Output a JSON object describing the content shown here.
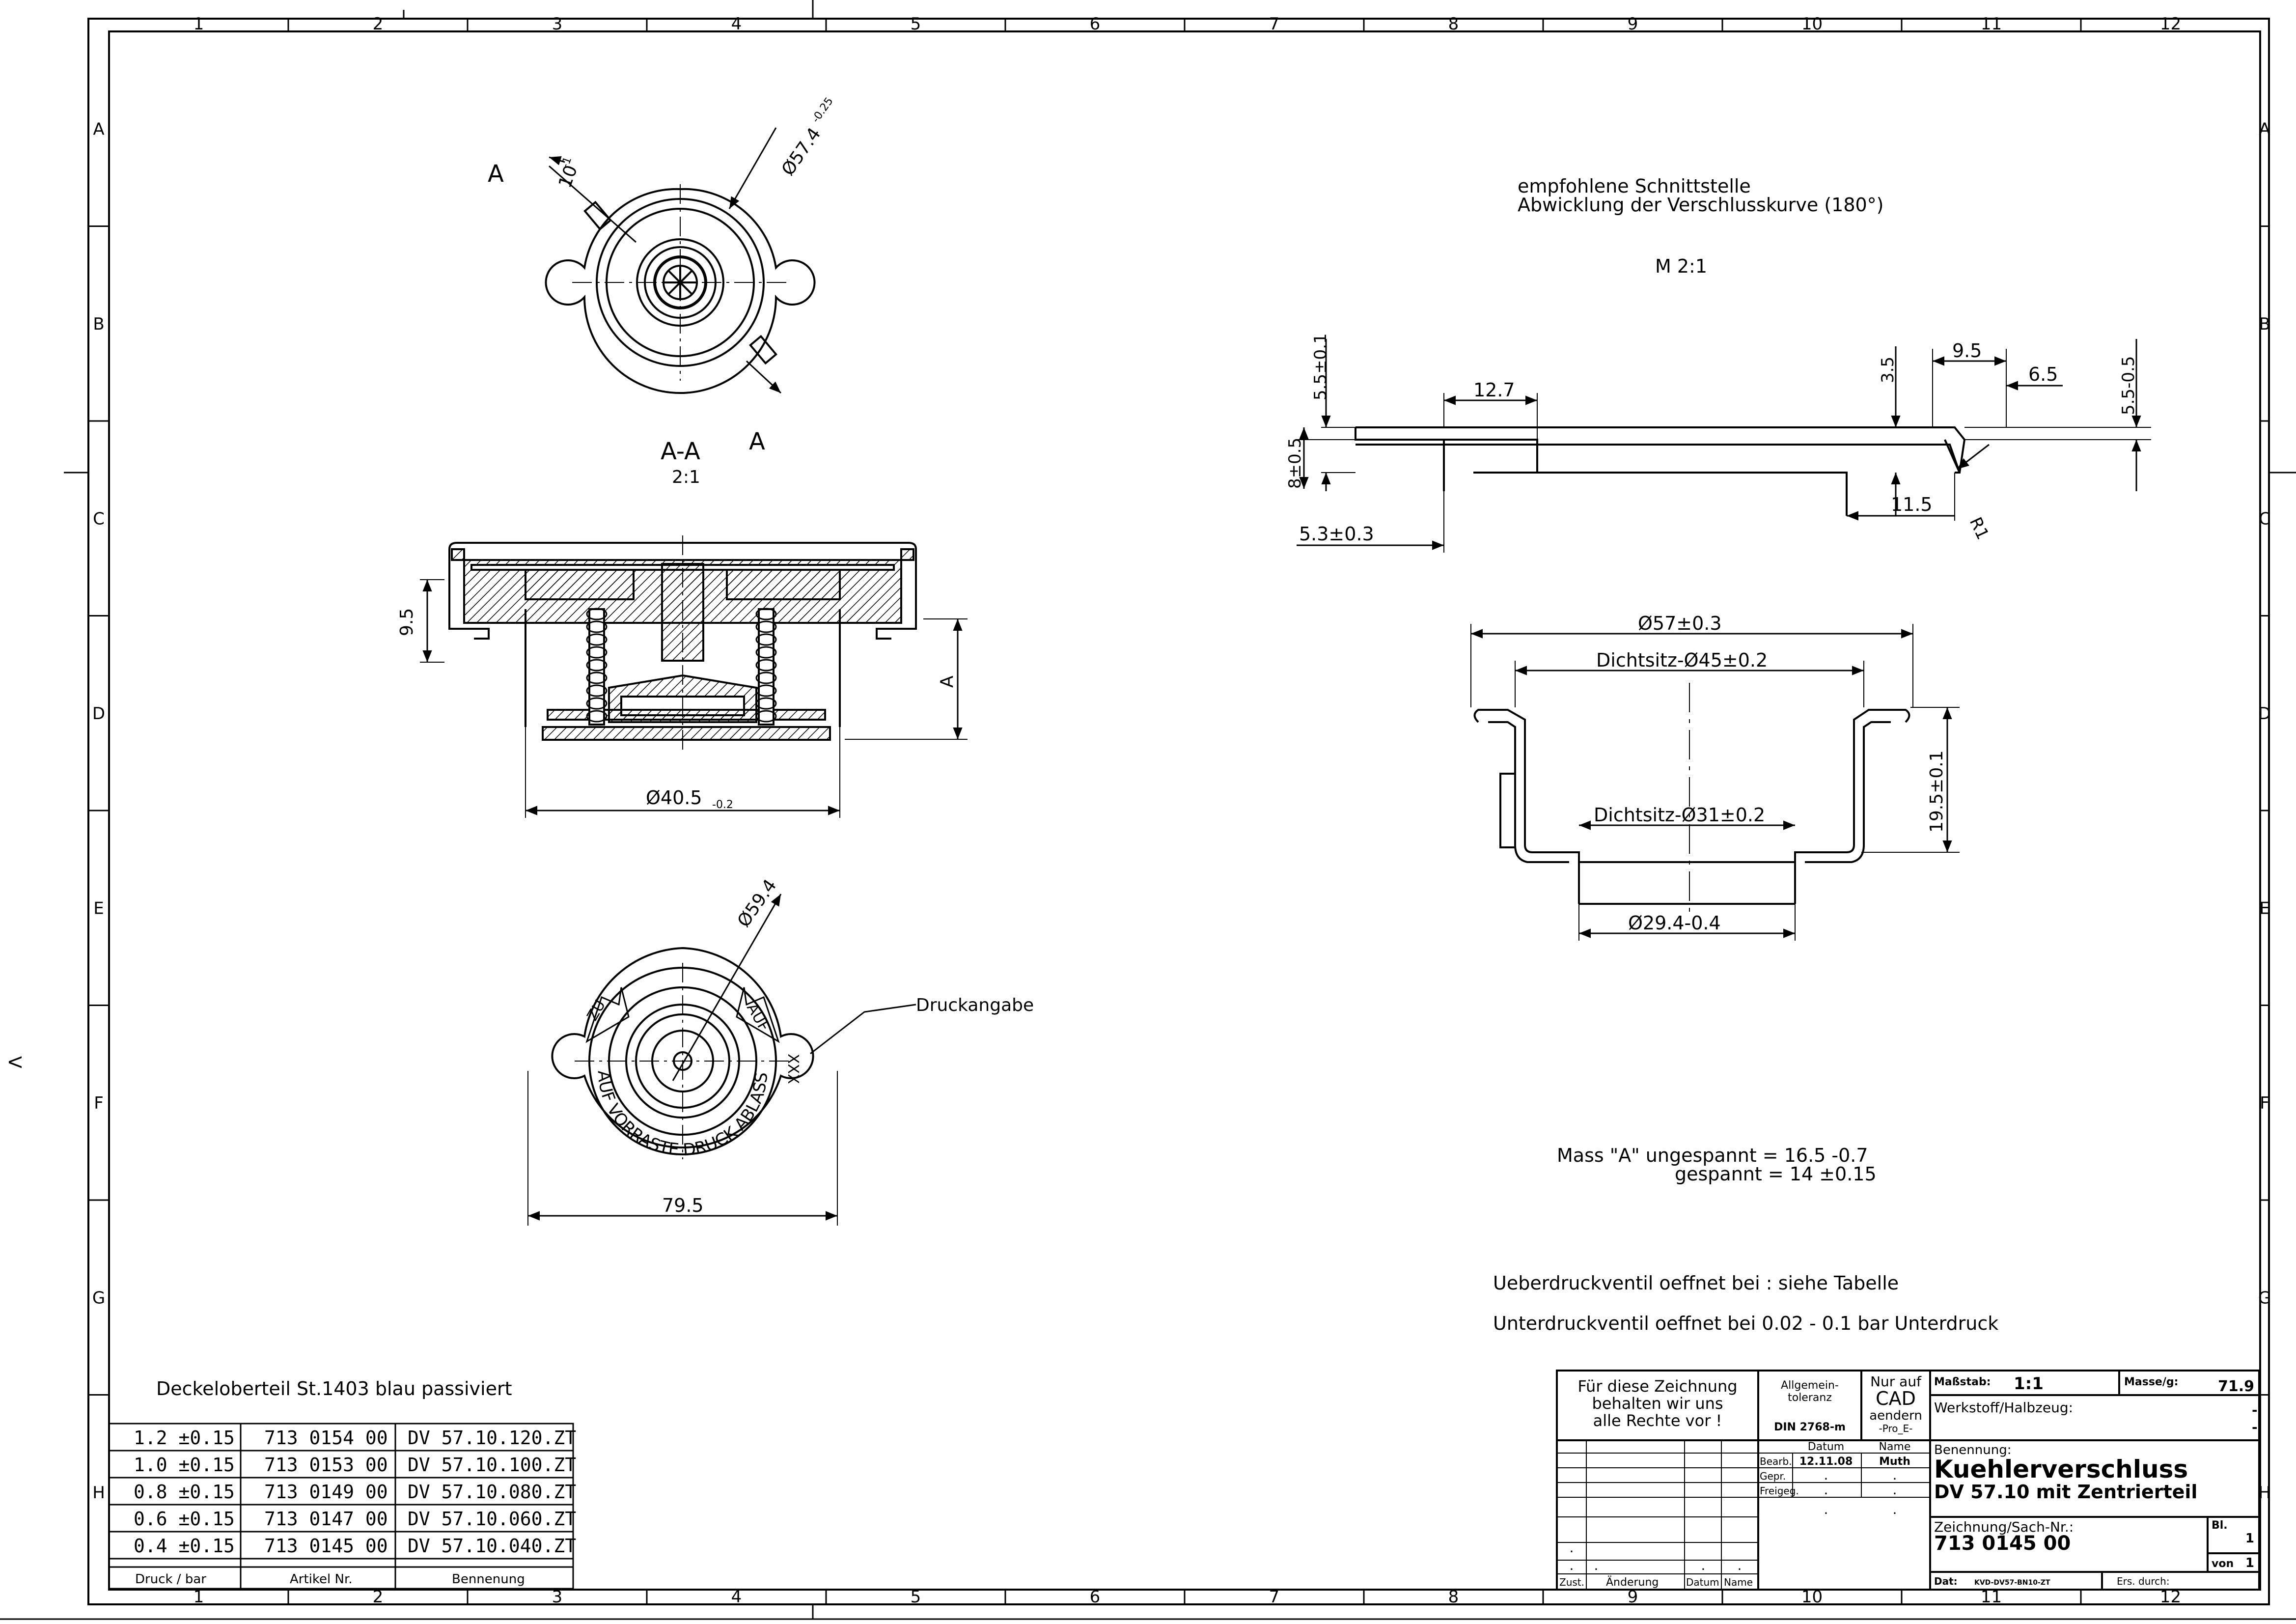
{
  "frame": {
    "columns": [
      "1",
      "2",
      "3",
      "4",
      "5",
      "6",
      "7",
      "8",
      "9",
      "10",
      "11",
      "12"
    ],
    "rows": [
      "A",
      "B",
      "C",
      "D",
      "E",
      "F",
      "G",
      "H"
    ],
    "side_mark": "V"
  },
  "top_view": {
    "section_letter_top": "A",
    "section_letter_bottom": "A",
    "dim_width": "10",
    "dim_width_tol": "-1",
    "dim_diameter": "Ø57.4",
    "dim_diameter_tol": "-0.25"
  },
  "section_view": {
    "title": "A-A",
    "scale": "2:1",
    "dim_height": "9.5",
    "dim_a": "A",
    "dim_diameter": "Ø40.5",
    "dim_diameter_tol": "-0.2"
  },
  "bottom_view": {
    "dim_diameter": "Ø59.4",
    "dim_width": "79.5",
    "label_zu": "ZU",
    "label_auf": "AUF",
    "label_xxx": "XXX",
    "arc_text": "AUF VORRASTE DRUCK ABLASSEN",
    "callout": "Druckangabe"
  },
  "detail": {
    "line1": "empfohlene Schnittstelle",
    "line2": "Abwicklung der Verschlusskurve (180°)",
    "scale": "M 2:1",
    "dims": {
      "d1": "5.5±0.1",
      "d2": "12.7",
      "d3": "8±0.5",
      "d4": "5.3±0.3",
      "d5": "3.5",
      "d6": "9.5",
      "d7": "6.5",
      "d8": "5.5-0.5",
      "d9": "11.5",
      "d10": "R1"
    }
  },
  "flange": {
    "d_outer": "Ø57±0.3",
    "d_seat1": "Dichtsitz-Ø45±0.2",
    "d_seat2": "Dichtsitz-Ø31±0.2",
    "d_inner": "Ø29.4-0.4",
    "height": "19.5±0.1"
  },
  "notes": {
    "mass_a_line1": "Mass \"A\" ungespannt = 16.5 -0.7",
    "mass_a_line2": "gespannt = 14  ±0.15",
    "valve1": "Ueberdruckventil oeffnet bei : siehe Tabelle",
    "valve2": "Unterdruckventil oeffnet bei 0.02 - 0.1 bar Unterdruck",
    "material": "Deckeloberteil St.1403 blau passiviert"
  },
  "parts_table": {
    "headers": [
      "Druck / bar",
      "Artikel Nr.",
      "Bennenung"
    ],
    "rows": [
      [
        "1.2 ±0.15",
        "713 0154 00",
        "DV 57.10.120.ZT"
      ],
      [
        "1.0 ±0.15",
        "713 0153 00",
        "DV 57.10.100.ZT"
      ],
      [
        "0.8 ±0.15",
        "713 0149 00",
        "DV 57.10.080.ZT"
      ],
      [
        "0.6 ±0.15",
        "713 0147 00",
        "DV 57.10.060.ZT"
      ],
      [
        "0.4 ±0.15",
        "713 0145 00",
        "DV 57.10.040.ZT"
      ]
    ]
  },
  "title_block": {
    "rights_1": "Für diese Zeichnung",
    "rights_2": "behalten wir uns",
    "rights_3": "alle Rechte vor !",
    "general_1": "Allgemein-",
    "general_2": "toleranz",
    "din": "DIN 2768-m",
    "cad_1": "Nur auf",
    "cad_2": "CAD",
    "cad_3": "aendern",
    "cad_4": "-Pro_E-",
    "scale_label": "Maßstab:",
    "scale_value": "1:1",
    "mass_label": "Masse/g:",
    "mass_value": "71.9",
    "material_label": "Werkstoff/Halbzeug:",
    "material_dash1": "-",
    "material_dash2": "-",
    "date_header": "Datum",
    "name_header": "Name",
    "bearb": "Bearb.",
    "bearb_date": "12.11.08",
    "bearb_name": "Muth",
    "gepr": "Gepr.",
    "freigeg": "Freigeg.",
    "dot": ".",
    "naming_label": "Benennung:",
    "title1": "Kuehlerverschluss",
    "title2": "DV 57.10 mit Zentrierteil",
    "drawing_no_label": "Zeichnung/Sach-Nr.:",
    "drawing_no": "713 0145 00",
    "sheet_label": "Bl.",
    "sheet_value": "1",
    "of_label": "von",
    "of_value": "1",
    "zust": "Zust.",
    "aenderung": "Änderung",
    "datum": "Datum",
    "name": "Name",
    "file_label": "Dat:",
    "file_value": "KVD-DV57-BN10-ZT",
    "created_label": "Ers. durch:"
  }
}
